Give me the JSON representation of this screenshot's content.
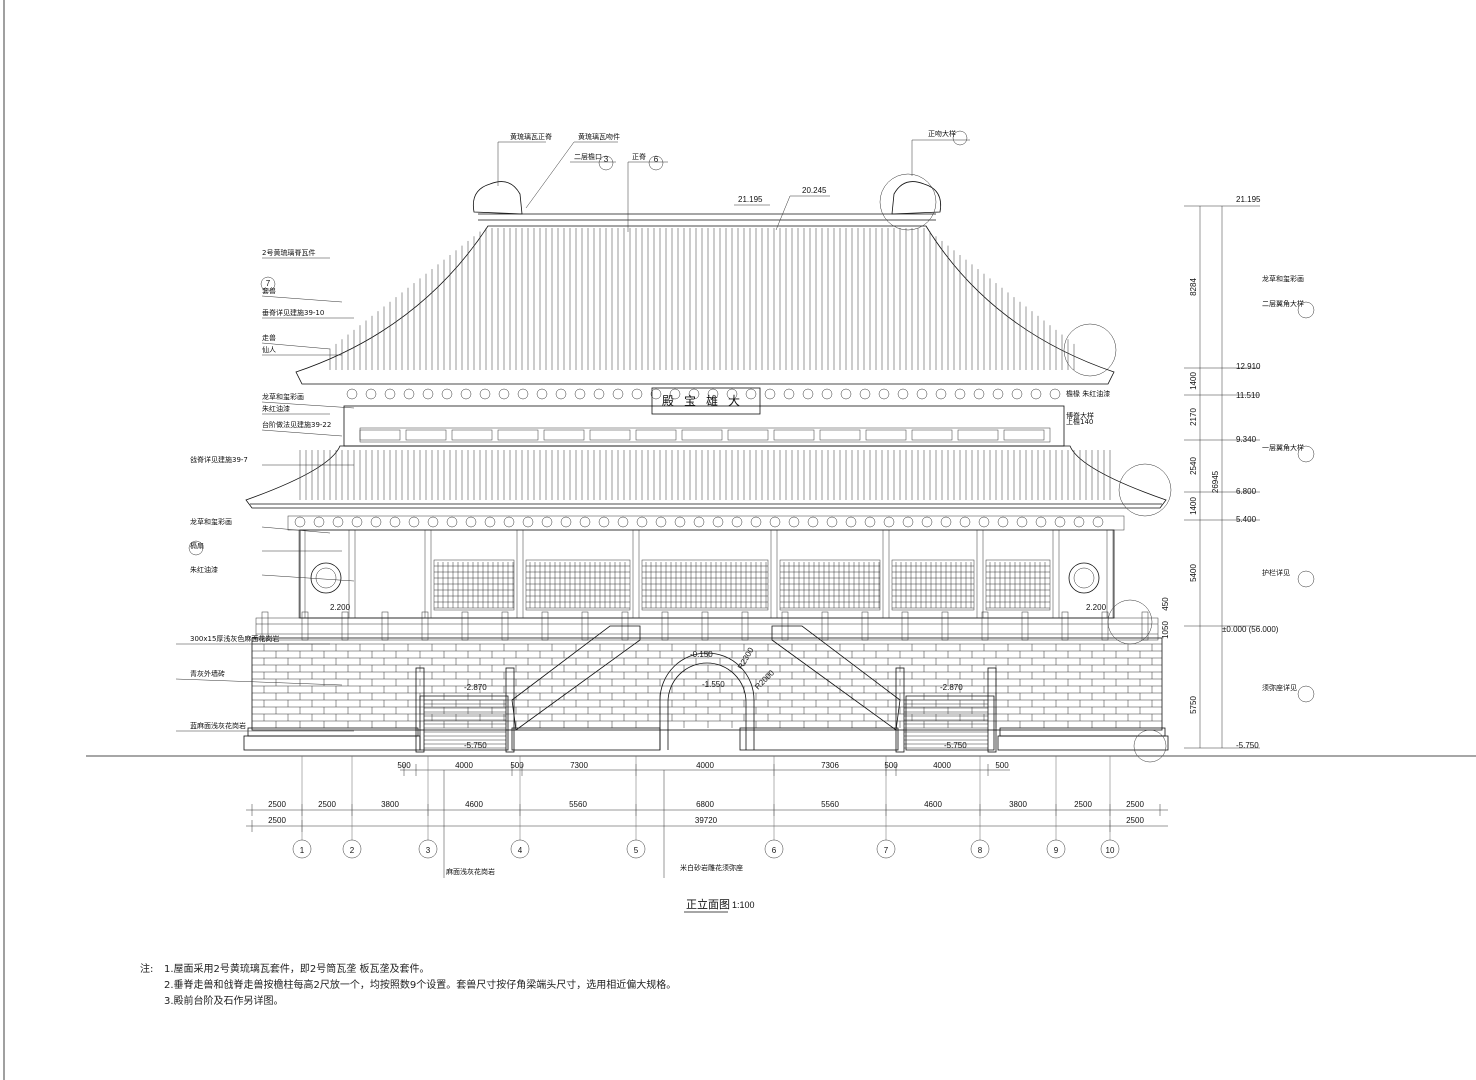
{
  "sign": "殿宝雄大",
  "title": {
    "name": "正立面图",
    "scale": "1:100"
  },
  "elevations": {
    "ridge": "21.195",
    "ridge_mid": "20.245",
    "ridge_right": "21.195",
    "upper_eave": "12.910",
    "l1": "11.510",
    "l2": "9.340",
    "l3": "6.800",
    "l4": "5.400",
    "floor": "±0.000 (56.000)",
    "ground": "-5.750",
    "stair_left": "-2.870",
    "stair_right": "-2.870",
    "stair_bottom_left": "-5.750",
    "stair_bottom_right": "-5.750",
    "arch_top": "-0.150",
    "arch_mid": "-1.550",
    "platform_left": "2.200",
    "platform_right": "2.200"
  },
  "radii": {
    "outer": "R2300",
    "inner": "R2000"
  },
  "vertical_dims": [
    "8284",
    "1400",
    "2170",
    "2540",
    "1400",
    "5400",
    "1050",
    "450",
    "5750"
  ],
  "vertical_total": "26945",
  "dim_row1": [
    "500",
    "4000",
    "500",
    "7300",
    "4000",
    "7306",
    "500",
    "4000",
    "500"
  ],
  "dim_row2": [
    "2500",
    "2500",
    "3800",
    "4600",
    "5560",
    "6800",
    "5560",
    "4600",
    "3800",
    "2500",
    "2500"
  ],
  "dim_row3": [
    "2500",
    "39720",
    "2500"
  ],
  "axes": [
    "1",
    "2",
    "3",
    "4",
    "5",
    "6",
    "7",
    "8",
    "9",
    "10"
  ],
  "left_labels": [
    "2号黄琉璃脊瓦件",
    "套兽",
    "垂脊详见建施39-10",
    "走兽",
    "仙人",
    "龙草和玺彩画",
    "朱红油漆",
    "台阶做法见建施39-22",
    "戗脊详见建施39-7",
    "龙草和玺彩画",
    "槅扇",
    "朱红油漆",
    "300x15厚浅灰色麻面花岗岩",
    "青灰外墙砖",
    "蓝麻面浅灰花岗岩"
  ],
  "top_labels": [
    "黄琉璃瓦正脊",
    "黄琉璃瓦吻件",
    "二层檐口",
    "正脊",
    "正吻大样"
  ],
  "right_labels": [
    "龙草和玺彩画",
    "二层翼角大样",
    "檐椽 朱红油漆",
    "博脊大样",
    "上檐140",
    "一层翼角大样",
    "护栏详见",
    "须弥座详见"
  ],
  "bottom_labels": [
    "麻面浅灰花岗岩",
    "米白砂岩雕花须弥座"
  ],
  "ref_marks": [
    "3",
    "6",
    "7"
  ],
  "notes": {
    "lead": "注:",
    "items": [
      "1.屋面采用2号黄琉璃瓦套件，即2号筒瓦垄 板瓦垄及套件。",
      "2.垂脊走兽和戗脊走兽按檐柱每高2尺放一个，均按照数9个设置。套兽尺寸按仔角梁端头尺寸，选用相近偏大规格。",
      "3.殿前台阶及石作另详图。"
    ]
  }
}
